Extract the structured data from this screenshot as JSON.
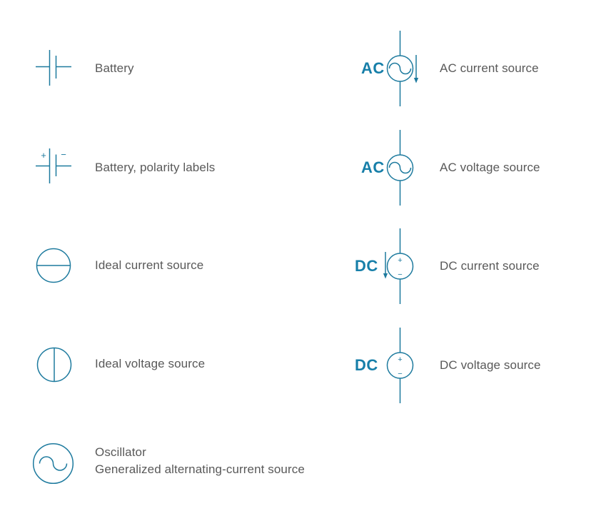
{
  "colors": {
    "symbol_stroke": "#1d7a9e",
    "acdc_text": "#177fa9",
    "label_text": "#595959",
    "background": "#ffffff"
  },
  "items": {
    "battery": {
      "label": "Battery"
    },
    "battery_polarity": {
      "label": "Battery, polarity labels",
      "plus": "+",
      "minus": "−"
    },
    "ideal_current": {
      "label": "Ideal current source"
    },
    "ideal_voltage": {
      "label": "Ideal voltage source"
    },
    "oscillator": {
      "label_line1": "Oscillator",
      "label_line2": "Generalized alternating-current source"
    },
    "ac_current": {
      "prefix": "AC",
      "label": "AC current source"
    },
    "ac_voltage": {
      "prefix": "AC",
      "label": "AC voltage source"
    },
    "dc_current": {
      "prefix": "DC",
      "label": "DC current source",
      "plus": "+",
      "minus": "−"
    },
    "dc_voltage": {
      "prefix": "DC",
      "label": "DC voltage source",
      "plus": "+",
      "minus": "−"
    }
  }
}
